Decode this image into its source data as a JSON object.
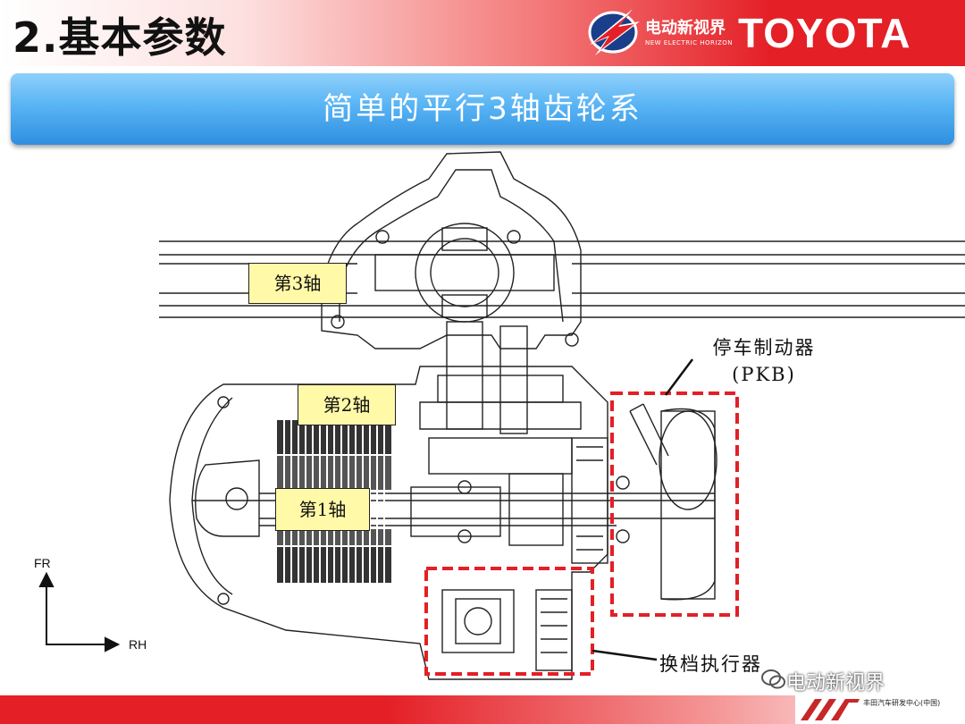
{
  "header": {
    "title": "2.基本参数",
    "brand_cn": "电动新视界",
    "brand_en": "NEW ELECTRIC HORIZON",
    "toyota": "TOYOTA"
  },
  "banner": {
    "text": "简单的平行3轴齿轮系"
  },
  "diagram": {
    "axis_fr": "FR",
    "axis_rh": "RH",
    "shaft_3": "第3轴",
    "shaft_2": "第2轴",
    "shaft_1": "第1轴",
    "pkb_line1": "停车制动器",
    "pkb_line2": "(PKB)",
    "shift_actuator": "换档执行器"
  },
  "footer": {
    "watermark": "电动新视界",
    "org_cn": "丰田汽车研发中心(中国)"
  },
  "colors": {
    "header_red": "#e41f26",
    "banner_blue": "#3a97e4",
    "label_yellow": "#fff9a8",
    "dash_red": "#e41f26"
  }
}
